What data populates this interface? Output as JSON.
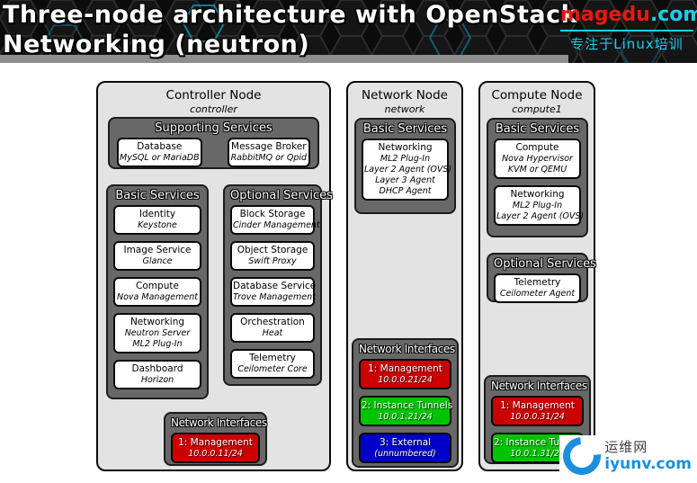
{
  "header": {
    "title_line1": "Three-node architecture with OpenStack",
    "title_line2": "Networking (neutron)",
    "brand_name": "magedu",
    "brand_tld": ".com",
    "brand_tagline": "专注于Linux培训"
  },
  "watermark": {
    "site_name": "运维网",
    "site_domain": "iyunv.com"
  },
  "colors": {
    "management": "#cc0000",
    "instance_tunnels": "#00c400",
    "external": "#0000c8",
    "accent_cyan": "#19cdee",
    "brand_red": "#e8190f"
  },
  "nodes": [
    {
      "title": "Controller Node",
      "subtitle": "controller",
      "supporting": {
        "header": "Supporting Services",
        "items": [
          {
            "label": "Database",
            "subs": [
              "MySQL or MariaDB"
            ]
          },
          {
            "label": "Message Broker",
            "subs": [
              "RabbitMQ or Qpid"
            ]
          }
        ]
      },
      "basic": {
        "header": "Basic Services",
        "items": [
          {
            "label": "Identity",
            "subs": [
              "Keystone"
            ]
          },
          {
            "label": "Image Service",
            "subs": [
              "Glance"
            ]
          },
          {
            "label": "Compute",
            "subs": [
              "Nova Management"
            ]
          },
          {
            "label": "Networking",
            "subs": [
              "Neutron Server",
              "ML2 Plug-In"
            ]
          },
          {
            "label": "Dashboard",
            "subs": [
              "Horizon"
            ]
          }
        ]
      },
      "optional": {
        "header": "Optional Services",
        "items": [
          {
            "label": "Block Storage",
            "subs": [
              "Cinder Management"
            ]
          },
          {
            "label": "Object Storage",
            "subs": [
              "Swift Proxy"
            ]
          },
          {
            "label": "Database Service",
            "subs": [
              "Trove Management"
            ]
          },
          {
            "label": "Orchestration",
            "subs": [
              "Heat"
            ]
          },
          {
            "label": "Telemetry",
            "subs": [
              "Ceilometer Core"
            ]
          }
        ]
      },
      "interfaces": {
        "header": "Network Interfaces",
        "items": [
          {
            "label": "1: Management",
            "sub": "10.0.0.11/24",
            "color": "#cc0000"
          }
        ]
      }
    },
    {
      "title": "Network Node",
      "subtitle": "network",
      "basic": {
        "header": "Basic Services",
        "items": [
          {
            "label": "Networking",
            "subs": [
              "ML2 Plug-In",
              "Layer 2 Agent (OVS)",
              "Layer 3 Agent",
              "DHCP Agent"
            ]
          }
        ]
      },
      "interfaces": {
        "header": "Network Interfaces",
        "items": [
          {
            "label": "1: Management",
            "sub": "10.0.0.21/24",
            "color": "#cc0000"
          },
          {
            "label": "2: Instance Tunnels",
            "sub": "10.0.1.21/24",
            "color": "#00c400"
          },
          {
            "label": "3: External",
            "sub": "(unnumbered)",
            "color": "#0000c8"
          }
        ]
      }
    },
    {
      "title": "Compute Node",
      "subtitle": "compute1",
      "basic": {
        "header": "Basic Services",
        "items": [
          {
            "label": "Compute",
            "subs": [
              "Nova Hypervisor",
              "KVM or QEMU"
            ]
          },
          {
            "label": "Networking",
            "subs": [
              "ML2 Plug-In",
              "Layer 2 Agent (OVS)"
            ]
          }
        ]
      },
      "optional": {
        "header": "Optional Services",
        "items": [
          {
            "label": "Telemetry",
            "subs": [
              "Ceilometer Agent"
            ]
          }
        ]
      },
      "interfaces": {
        "header": "Network Interfaces",
        "items": [
          {
            "label": "1: Management",
            "sub": "10.0.0.31/24",
            "color": "#cc0000"
          },
          {
            "label": "2: Instance Tunnels",
            "sub": "10.0.1.31/24",
            "color": "#00c400"
          }
        ]
      }
    }
  ]
}
